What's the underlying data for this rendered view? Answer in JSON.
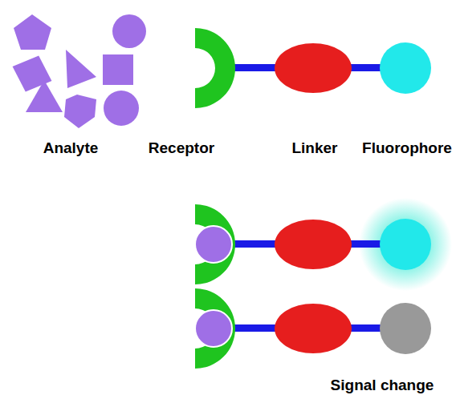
{
  "diagram": {
    "labels": [
      "Analyte",
      "Receptor",
      "Linker",
      "Fluorophore",
      "Signal change"
    ]
  }
}
